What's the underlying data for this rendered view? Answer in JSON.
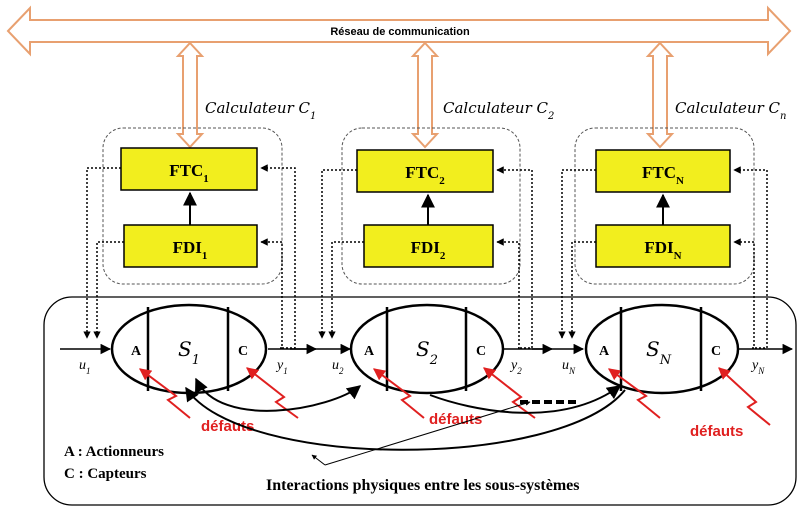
{
  "network": {
    "label": "Réseau de communication"
  },
  "calculators": [
    {
      "title": "Calculateur C",
      "sub": "1",
      "ftc": "FTC",
      "ftc_sub": "1",
      "fdi": "FDI",
      "fdi_sub": "1"
    },
    {
      "title": "Calculateur C",
      "sub": "2",
      "ftc": "FTC",
      "ftc_sub": "2",
      "fdi": "FDI",
      "fdi_sub": "2"
    },
    {
      "title": "Calculateur C",
      "sub": "n",
      "ftc": "FTC",
      "ftc_sub": "N",
      "fdi": "FDI",
      "fdi_sub": "N"
    }
  ],
  "subsystems": [
    {
      "name": "S",
      "sub": "1",
      "a": "A",
      "c": "C",
      "u": "u",
      "u_sub": "1",
      "y": "y",
      "y_sub": "1",
      "fault": "défauts"
    },
    {
      "name": "S",
      "sub": "2",
      "a": "A",
      "c": "C",
      "u": "u",
      "u_sub": "2",
      "y": "y",
      "y_sub": "2",
      "fault": "défauts"
    },
    {
      "name": "S",
      "sub": "N",
      "a": "A",
      "c": "C",
      "u": "u",
      "u_sub": "N",
      "y": "y",
      "y_sub": "N",
      "fault": "défauts"
    }
  ],
  "legend": {
    "actuators": "A : Actionneurs",
    "sensors": "C : Capteurs"
  },
  "interactions_label": "Interactions physiques entre les sous-systèmes",
  "colors": {
    "box_fill": "#f2ee1e",
    "fault": "#e02020",
    "arrow_outline": "#e8a070"
  }
}
